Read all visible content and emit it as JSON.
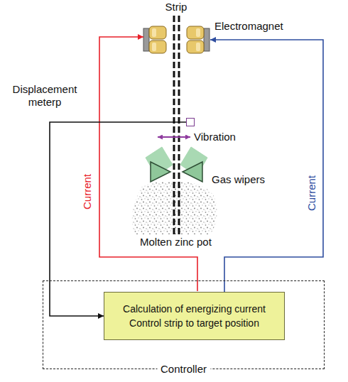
{
  "diagram": {
    "nodes": [
      {
        "text": [
          "Electromagnet"
        ]
      },
      {
        "text": [
          "Displacement meterp"
        ]
      },
      {
        "text": [
          "Controller"
        ]
      },
      {
        "text": [
          "Calculation of energizing current Control strip to target position"
        ],
        "in": 2
      }
    ],
    "edges": [
      {
        "from": 3,
        "to": 0,
        "label": "Current",
        "arrow": "to"
      },
      {
        "from": 1,
        "to": 3,
        "arrow": "to"
      }
    ],
    "labels": [
      "Strip",
      "Vibration",
      "Gas wipers",
      "Molten zinc pot",
      "Current"
    ]
  }
}
